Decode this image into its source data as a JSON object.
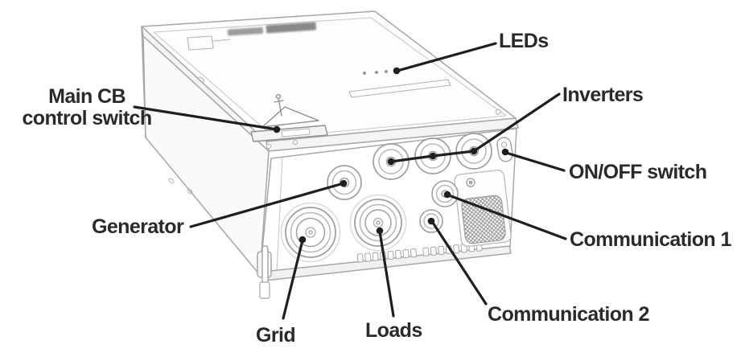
{
  "diagram": {
    "description": "Black-and-white line drawing of an inverter backup interface unit, isometric view, with nine callout labels pointing to its parts",
    "labels": {
      "main_cb_line1": "Main CB",
      "main_cb_line2": "control switch",
      "leds": "LEDs",
      "inverters": "Inverters",
      "on_off": "ON/OFF switch",
      "generator": "Generator",
      "communication_1": "Communication 1",
      "communication_2": "Communication 2",
      "grid": "Grid",
      "loads": "Loads"
    },
    "colors": {
      "background": "#ffffff",
      "label_text": "#2a2a2a",
      "leader_line": "#1f1f1f",
      "device_outline": "#a5a8a4"
    }
  }
}
